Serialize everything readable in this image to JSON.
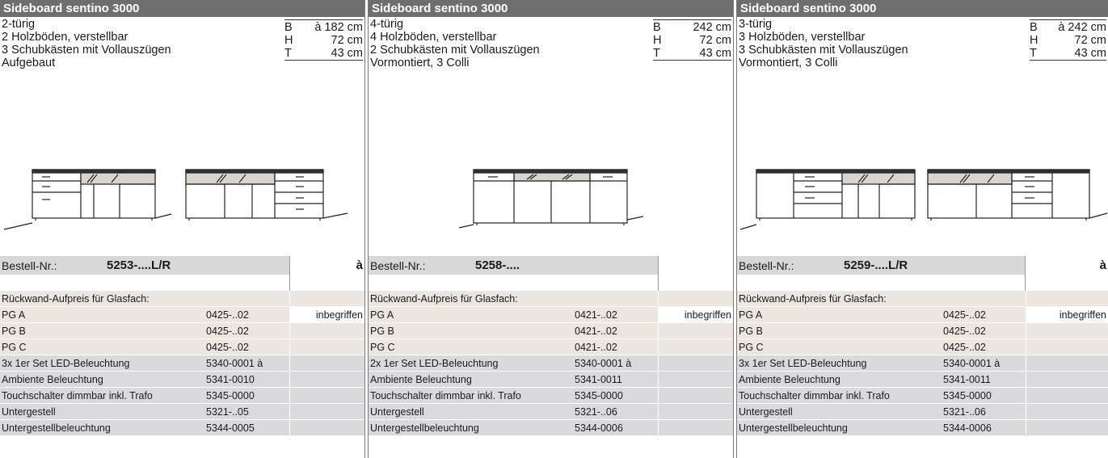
{
  "panels": [
    {
      "title": "Sideboard sentino 3000",
      "desc": [
        "2-türig",
        "2 Holzböden, verstellbar",
        "3 Schubkästen mit Vollauszügen",
        "Aufgebaut"
      ],
      "dims": [
        [
          "B",
          "à 182 cm"
        ],
        [
          "H",
          "72 cm"
        ],
        [
          "T",
          "43 cm"
        ]
      ],
      "order_label": "Bestell-Nr.:",
      "order_no": "5253-....L/R",
      "order_suffix": "à",
      "rueckwand": "Rückwand-Aufpreis für Glasfach:",
      "rows": [
        [
          "PG A",
          "0425-..02",
          "inbegriffen"
        ],
        [
          "PG B",
          "0425-..02",
          ""
        ],
        [
          "PG C",
          "0425-..02",
          ""
        ],
        [
          "3x 1er Set LED-Beleuchtung",
          "5340-0001 à",
          ""
        ],
        [
          "Ambiente Beleuchtung",
          "5341-0010",
          ""
        ],
        [
          "Touchschalter dimmbar inkl. Trafo",
          "5345-0000",
          ""
        ],
        [
          "Untergestell",
          "5321-..05",
          ""
        ],
        [
          "Untergestellbeleuchtung",
          "5344-0005",
          ""
        ]
      ]
    },
    {
      "title": "Sideboard sentino 3000",
      "desc": [
        "4-türig",
        "4 Holzböden, verstellbar",
        "2 Schubkästen mit Vollauszügen",
        "Vormontiert, 3 Colli"
      ],
      "dims": [
        [
          "B",
          "242 cm"
        ],
        [
          "H",
          "72 cm"
        ],
        [
          "T",
          "43 cm"
        ]
      ],
      "order_label": "Bestell-Nr.:",
      "order_no": "5258-....",
      "order_suffix": "",
      "rueckwand": "Rückwand-Aufpreis für Glasfach:",
      "rows": [
        [
          "PG A",
          "0421-..02",
          "inbegriffen"
        ],
        [
          "PG B",
          "0421-..02",
          ""
        ],
        [
          "PG C",
          "0421-..02",
          ""
        ],
        [
          "2x 1er Set LED-Beleuchtung",
          "5340-0001 à",
          ""
        ],
        [
          "Ambiente Beleuchtung",
          "5341-0011",
          ""
        ],
        [
          "Touchschalter dimmbar inkl. Trafo",
          "5345-0000",
          ""
        ],
        [
          "Untergestell",
          "5321-..06",
          ""
        ],
        [
          "Untergestellbeleuchtung",
          "5344-0006",
          ""
        ]
      ]
    },
    {
      "title": "Sideboard sentino 3000",
      "desc": [
        "3-türig",
        "3 Holzböden, verstellbar",
        "3 Schubkästen mit Vollauszügen",
        "Vormontiert, 3 Colli"
      ],
      "dims": [
        [
          "B",
          "à 242 cm"
        ],
        [
          "H",
          "72 cm"
        ],
        [
          "T",
          "43 cm"
        ]
      ],
      "order_label": "Bestell-Nr.:",
      "order_no": "5259-....L/R",
      "order_suffix": "à",
      "rueckwand": "Rückwand-Aufpreis für Glasfach:",
      "rows": [
        [
          "PG A",
          "0425-..02",
          "inbegriffen"
        ],
        [
          "PG B",
          "0425-..02",
          ""
        ],
        [
          "PG C",
          "0425-..02",
          ""
        ],
        [
          "3x 1er Set LED-Beleuchtung",
          "5340-0001 à",
          ""
        ],
        [
          "Ambiente Beleuchtung",
          "5341-0011",
          ""
        ],
        [
          "Touchschalter dimmbar inkl. Trafo",
          "5345-0000",
          ""
        ],
        [
          "Untergestell",
          "5321-..06",
          ""
        ],
        [
          "Untergestellbeleuchtung",
          "5344-0006",
          ""
        ]
      ]
    }
  ]
}
